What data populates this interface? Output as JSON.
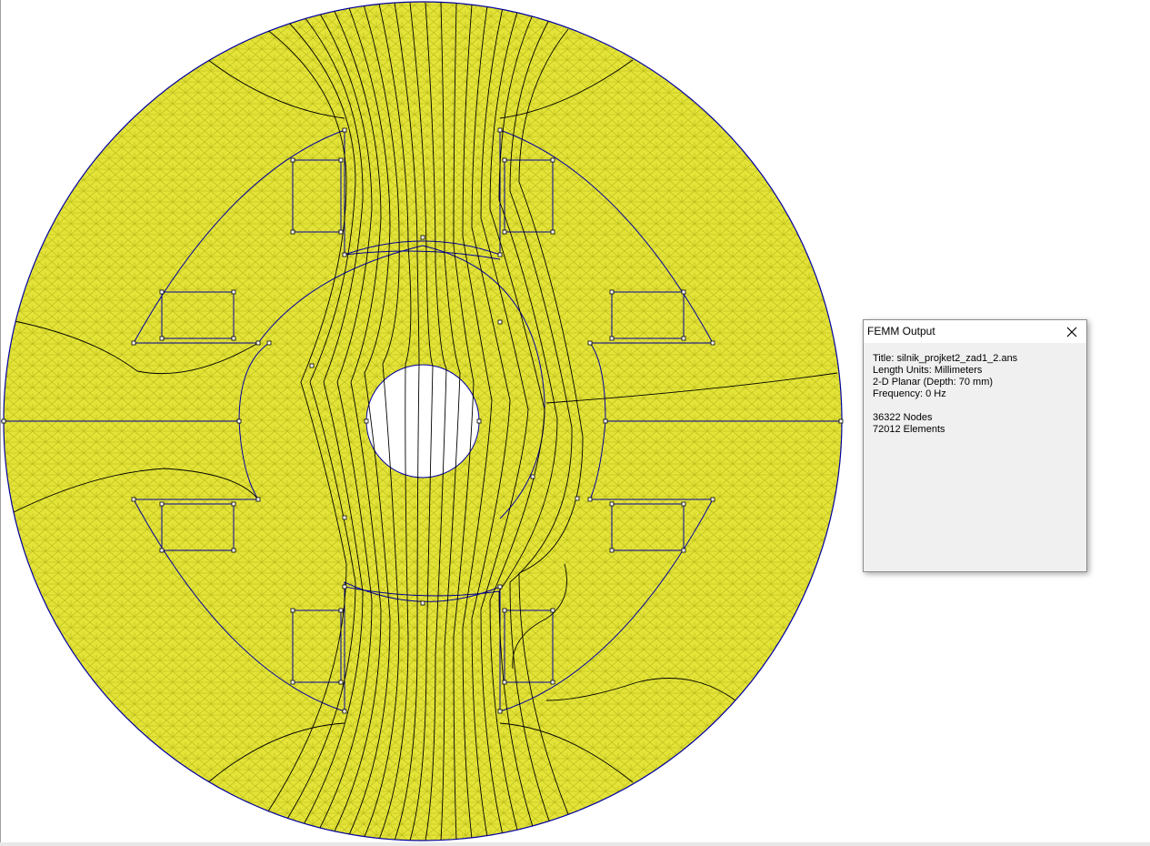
{
  "output_window": {
    "title": "FEMM Output",
    "close_icon": "close-icon",
    "lines_general": [
      "Title: silnik_projket2_zad1_2.ans",
      "Length Units: Millimeters",
      "2-D Planar (Depth: 70 mm)",
      "Frequency: 0 Hz"
    ],
    "lines_mesh": [
      "36322 Nodes",
      "72012 Elements"
    ]
  },
  "colors": {
    "mesh_fill": "#e5e534",
    "mesh_lines": "#bdbd1e",
    "geometry": "#0000a0",
    "flux_lines": "#000000",
    "background": "#ffffff"
  }
}
